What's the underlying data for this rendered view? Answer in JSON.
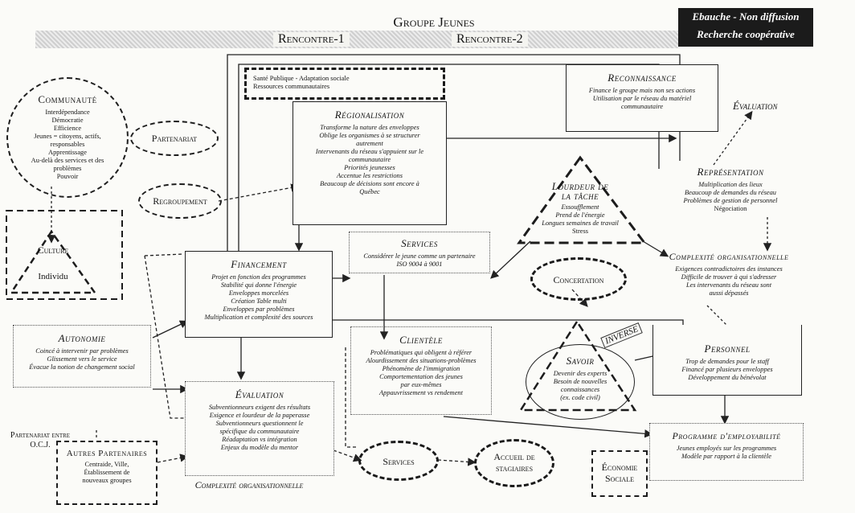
{
  "header": {
    "title": "Groupe Jeunes",
    "rencontre1": "Rencontre-1",
    "rencontre2": "Rencontre-2",
    "badge_line1": "Ebauche - Non diffusion",
    "badge_line2": "Recherche coopérative"
  },
  "communaute": {
    "title": "Communauté",
    "lines": [
      "Interdépendance",
      "Démocratie",
      "Efficience",
      "Jeunes = citoyens, actifs,",
      "responsables",
      "Apprentissage",
      "Au-delà des services et des",
      "problèmes",
      "Pouvoir"
    ]
  },
  "partenariat": {
    "label": "Partenariat"
  },
  "regroupement": {
    "label": "Regroupement"
  },
  "culture": {
    "label": "Culture"
  },
  "individu": {
    "label": "Individu"
  },
  "sante": {
    "lines": [
      "Santé Publique - Adaptation sociale",
      "Ressources communautaires"
    ]
  },
  "regionalisation": {
    "title": "Régionalisation",
    "lines": [
      "Transforme la nature des enveloppes",
      "Oblige les organismes à se structurer",
      "autrement",
      "Intervenants du réseau s'appuient sur le",
      "communautaire",
      "Priorités jeunesses",
      "Accentue les restrictions",
      "Beaucoup de décisions sont encore à",
      "Québec"
    ]
  },
  "reconnaissance": {
    "title": "Reconnaissance",
    "lines": [
      "Finance le groupe mais non ses actions",
      "Utilisation par le réseau du matériel",
      "communautaire"
    ]
  },
  "evaluation_right": {
    "label": "Évaluation"
  },
  "representation": {
    "title": "Représentation",
    "lines": [
      "Multiplication des lieux",
      "Beaucoup de demandes du réseau",
      "Problèmes de gestion de personnel"
    ],
    "extra": "Négociation"
  },
  "lourdeur": {
    "title1": "Lourdeur de",
    "title2": "la tâche",
    "lines": [
      "Essoufflement",
      "Prend de l'énergie",
      "Longues semaines de travail",
      "Stress"
    ]
  },
  "services_box": {
    "title": "Services",
    "lines": [
      "Considérer le jeune comme un partenaire",
      "ISO 9004 à 9001"
    ]
  },
  "financement": {
    "title": "Financement",
    "lines": [
      "Projet en fonction des programmes",
      "Stabilité qui donne l'énergie",
      "Enveloppes morcelées",
      "Création Table multi",
      "Enveloppes par problèmes",
      "Multiplication et complexité des sources"
    ]
  },
  "concertation": {
    "label": "Concertation"
  },
  "complexite_right": {
    "title": "Complexité organisationnelle",
    "lines": [
      "Exigences contradictoires des instances",
      "Difficile de trouver à qui s'adresser",
      "Les intervenants du réseau sont",
      "aussi dépassés"
    ]
  },
  "autonomie": {
    "title": "Autonomie",
    "lines": [
      "Coincé à intervenir par problèmes",
      "Glissement vers le service",
      "Évacue la notion de changement social"
    ]
  },
  "clientele": {
    "title": "Clientèle",
    "lines": [
      "Problématiques qui obligent à référer",
      "Alourdissement des situations-problèmes",
      "Phénomène de l'immigration",
      "Comportementation des jeunes",
      "par eux-mêmes",
      "Appauvrissement vs rendement"
    ]
  },
  "savoir": {
    "title": "Savoir",
    "lines": [
      "Devenir des experts",
      "Besoin de nouvelles",
      "connaissances",
      "(ex. code civil)"
    ]
  },
  "inverse": {
    "label": "INVERSE"
  },
  "personnel": {
    "title": "Personnel",
    "lines": [
      "Trop de demandes pour le staff",
      "Financé par plusieurs enveloppes",
      "Développement du bénévolat"
    ]
  },
  "evaluation_center": {
    "title": "Évaluation",
    "lines": [
      "Subventionneurs exigent des résultats",
      "Exigence et lourdeur de la paperasse",
      "Subventionneurs questionnent le",
      "spécifique du communautaire",
      "Réadaptation vs intégration",
      "Enjeux du modèle du mentor"
    ]
  },
  "programme": {
    "title": "Programme d'employabilité",
    "lines": [
      "Jeunes employés sur les programmes",
      "Modèle par rapport à la clientèle"
    ]
  },
  "partenariat_ocj": {
    "line1": "Partenariat entre",
    "line2": "O.C.J."
  },
  "autres": {
    "title": "Autres Partenaires",
    "lines": [
      "Centraide, Ville,",
      "Établissement de",
      "nouveaux groupes"
    ]
  },
  "complexite_bottom": {
    "label": "Complexité organisationnelle"
  },
  "services_oval": {
    "label": "Services"
  },
  "accueil": {
    "line1": "Accueil de",
    "line2": "stagiaires"
  },
  "economie": {
    "line1": "Économie",
    "line2": "Sociale"
  }
}
